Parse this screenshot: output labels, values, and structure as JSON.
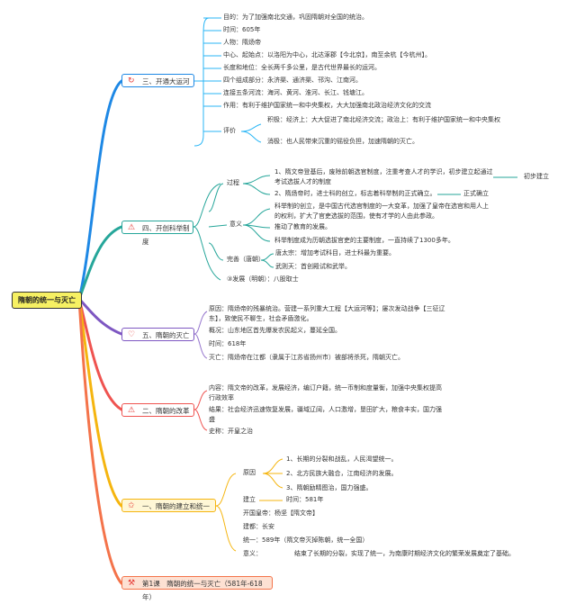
{
  "root": {
    "label": "隋朝的统一与灭亡"
  },
  "branches": {
    "canal": {
      "label": "三、开通大运河",
      "color": "#1e88e5",
      "icon": "circle-arrow-icon",
      "items": [
        "目的：为了加强南北交通，巩固隋朝对全国的统治。",
        "时间：605年",
        "人物：隋炀帝",
        "中心、起始点：以洛阳为中心，北达涿郡【今北京】，南至余杭【今杭州】。",
        "长度和地位：全长两千多公里，是古代世界最长的运河。",
        "四个组成部分：永济渠、通济渠、邗沟、江南河。",
        "连接五条河流：海河、黄河、淮河、长江、钱塘江。",
        "作用：有利于维护国家统一和中央集权，大大加强南北政治经济文化的交流"
      ],
      "eval_label": "评价",
      "eval_pos": "积极：经济上：大大促进了南北经济交流；政治上：有利于维护国家统一和中央集权",
      "eval_neg": "消极：也人民带来沉重的徭役负担，加速隋朝的灭亡。"
    },
    "exam": {
      "label": "四、开创科举制度",
      "color": "#26a69a",
      "icon": "warning-icon",
      "process_label": "过程",
      "process_1": "1、隋文帝登基后，废除前朝选官制度，注重考查人才的学识，初步建立起通过考试选拔人才的制度",
      "process_1_note": "初步建立",
      "process_2": "2、隋炀帝时，进士科的创立，标志着科举制的正式确立。",
      "process_2_note": "正式确立",
      "meaning_label": "意义",
      "meaning_1": "科举制的创立，是中国古代选官制度的一大变革，加强了皇帝在选官和用人上的权利，扩大了官吏选拔的范围，使有才学的人由此参政。",
      "meaning_2": "推动了教育的发展。",
      "meaning_3": "科举制度成为历朝选拔官吏的主要制度，一直持续了1300多年。",
      "perfect_label": "完善（唐朝）",
      "perfect_1": "唐太宗：增加考试科目，进士科最为重要。",
      "perfect_2": "武则天：首创殿试和武举。",
      "ming": "③发展（明朝）：八股取士"
    },
    "fall": {
      "label": "五、隋朝的灭亡",
      "color": "#7e57c2",
      "icon": "heart-icon",
      "items": [
        "原因：隋炀帝的残暴统治。营建一系列重大工程【大运河等】；屡次发动战争【三征辽东】，致使民不聊生，社会矛盾激化。",
        "概况：山东地区首先爆发农民起义，蔓延全国。",
        "时间：618年",
        "灭亡：隋炀帝在江都（隶属于江苏省扬州市）被部将杀死，隋朝灭亡。"
      ]
    },
    "reform": {
      "label": "二、隋朝的改革",
      "color": "#ef5350",
      "icon": "warning-icon",
      "items": [
        "内容：隋文帝的改革，发展经济，编订户籍，统一币制和度量衡，加强中央集权提高行政效率",
        "结果：社会经济迅速恢复发展，疆域辽阔，人口激增，垦田扩大，粮食丰实，国力强盛",
        "史称：开皇之治"
      ]
    },
    "founding": {
      "label": "一、隋朝的建立和统一",
      "color": "#f5b50f",
      "icon": "star-icon",
      "reason_label": "原因",
      "reasons": [
        "1、长期的分裂和战乱，人民渴望统一。",
        "2、北方民族大融合，江南经济的发展。",
        "3、隋朝励精图治，国力强盛。"
      ],
      "founded_label": "建立",
      "founded_time": "时间：581年",
      "emperor": "开国皇帝：杨坚【隋文帝】",
      "capital": "建都：长安",
      "unify": "统一：589年（隋文帝灭掉陈朝，统一全国）",
      "meaning_label": "意义：",
      "meaning": "结束了长期的分裂，实现了统一，为南康时期经济文化的繁荣发展奠定了基础。"
    },
    "lesson": {
      "label": "第1课　隋朝的统一与灭亡（581年-618年）",
      "color": "#f4734a",
      "icon": "tools-icon"
    }
  }
}
